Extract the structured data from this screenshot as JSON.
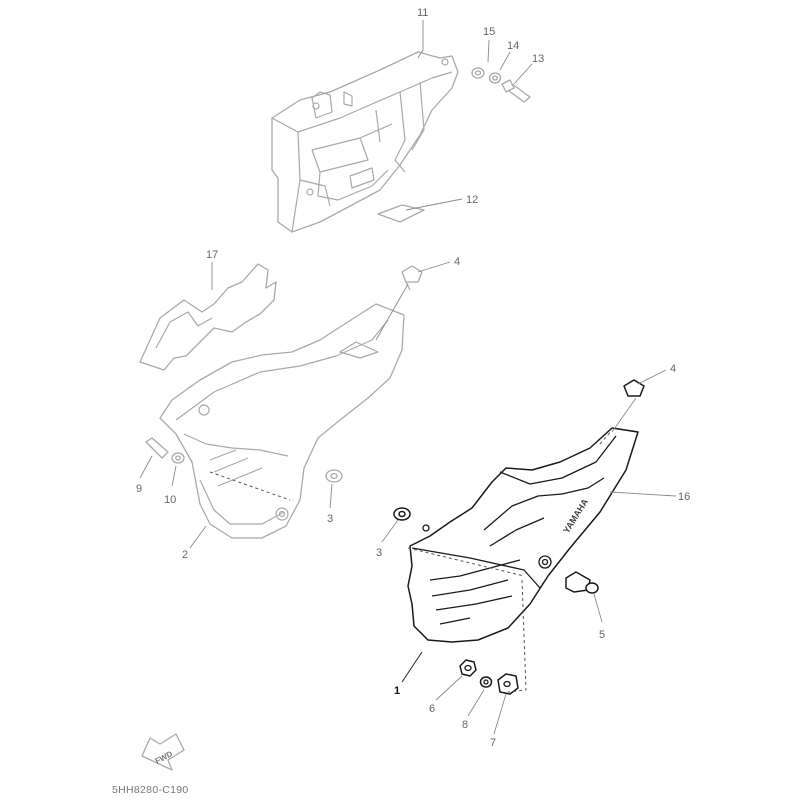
{
  "diagram": {
    "parts": {
      "p1": "1",
      "p2": "2",
      "p3a": "3",
      "p3b": "3",
      "p4a": "4",
      "p4b": "4",
      "p5": "5",
      "p6": "6",
      "p7": "7",
      "p8": "8",
      "p9": "9",
      "p10": "10",
      "p11": "11",
      "p12": "12",
      "p13": "13",
      "p14": "14",
      "p15": "15",
      "p16": "16",
      "p17": "17"
    },
    "fwd_label": "FWD",
    "decal_text": "YAMAHA",
    "drawing_code": "5HH8280-C190"
  }
}
